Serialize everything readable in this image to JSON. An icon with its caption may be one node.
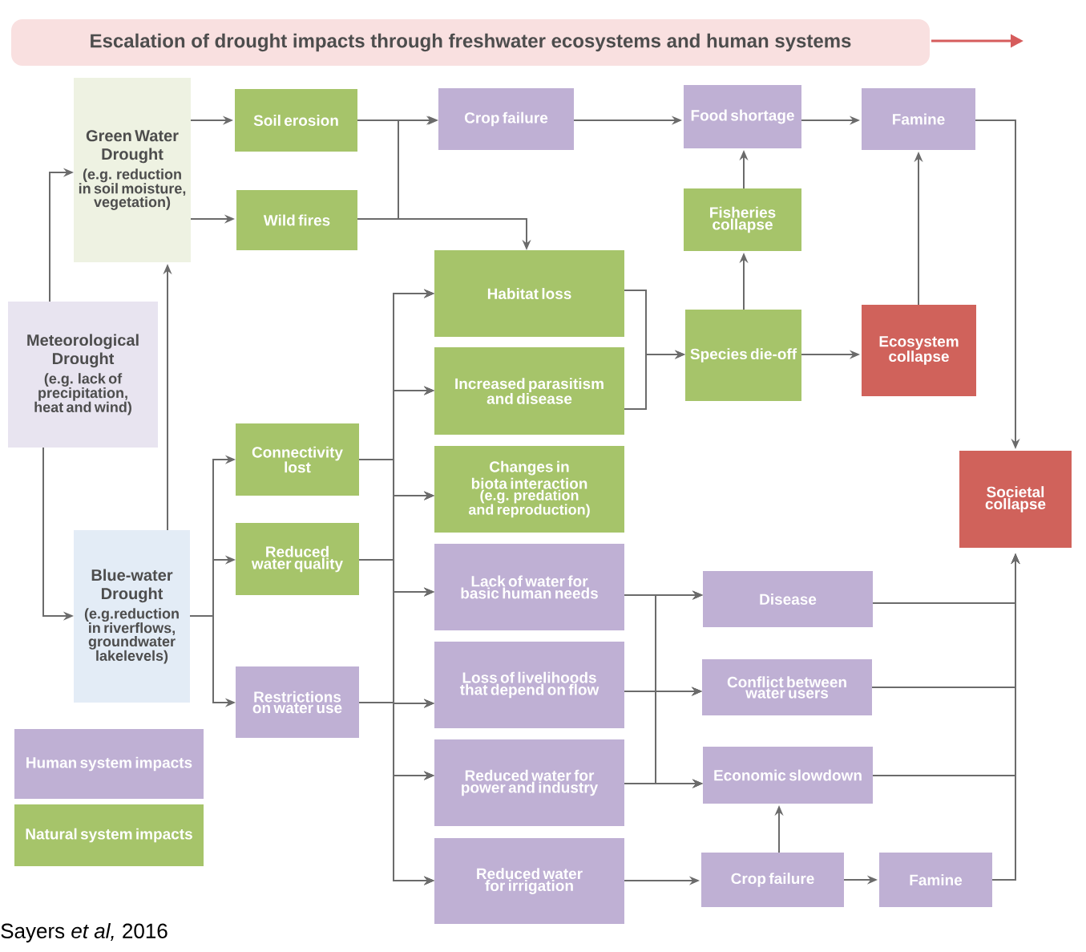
{
  "diagram": {
    "title": "Escalation of drought impacts through freshwater ecosystems and human systems",
    "caption": "Sayers *et al,* 2016",
    "nodes": [
      {
        "text": [
          "Green Water Drought",
          "(e.g. reduction in soil moisture, vegetation)"
        ]
      },
      {
        "text": [
          "Soil erosion"
        ]
      },
      {
        "text": [
          "Crop failure"
        ]
      },
      {
        "text": [
          "Food shortage"
        ]
      },
      {
        "text": [
          "Famine"
        ]
      },
      {
        "text": [
          "Wild fires"
        ]
      },
      {
        "text": [
          "Fisheries collapse"
        ]
      },
      {
        "text": [
          "Meteorological Drought",
          "(e.g. lack of precipitation, heat and wind)"
        ]
      },
      {
        "text": [
          "Habitat loss"
        ]
      },
      {
        "text": [
          "Species die-off"
        ]
      },
      {
        "text": [
          "Ecosystem collapse"
        ]
      },
      {
        "text": [
          "Increased parasitism and disease"
        ]
      },
      {
        "text": [
          "Connectivity lost"
        ]
      },
      {
        "text": [
          "Changes in biota interaction",
          "(e.g. predation and reproduction)"
        ]
      },
      {
        "text": [
          "Societal collapse"
        ]
      },
      {
        "text": [
          "Reduced water quality"
        ]
      },
      {
        "text": [
          "Blue-water Drought",
          "(e.g.reduction in riverflows, groundwater lakelevels)"
        ]
      },
      {
        "text": [
          "Lack of water for basic human needs"
        ]
      },
      {
        "text": [
          "Disease"
        ]
      },
      {
        "text": [
          "Loss of livelihoods that depend on flow"
        ]
      },
      {
        "text": [
          "Restrictions on water use"
        ]
      },
      {
        "text": [
          "Conflict between water users"
        ]
      },
      {
        "text": [
          "Reduced water for power and industry"
        ]
      },
      {
        "text": [
          "Economic slowdown"
        ]
      },
      {
        "text": [
          "Reduced water for irrigation"
        ]
      },
      {
        "text": [
          "Crop failure"
        ]
      },
      {
        "text": [
          "Famine"
        ]
      }
    ],
    "edges": [
      {
        "from": 7,
        "to": 0,
        "arrow": "to"
      },
      {
        "from": 7,
        "to": 16,
        "arrow": "to"
      },
      {
        "from": 16,
        "to": 0,
        "arrow": "to"
      },
      {
        "from": 0,
        "to": 1,
        "arrow": "to"
      },
      {
        "from": 0,
        "to": 5,
        "arrow": "to"
      },
      {
        "from": 1,
        "to": 2,
        "arrow": "to"
      },
      {
        "from": 5,
        "to": 2,
        "arrow": "to"
      },
      {
        "from": 5,
        "to": 8,
        "arrow": "to"
      },
      {
        "from": 2,
        "to": 3,
        "arrow": "to"
      },
      {
        "from": 3,
        "to": 4,
        "arrow": "to"
      },
      {
        "from": 4,
        "to": 14,
        "arrow": "to"
      },
      {
        "from": 6,
        "to": 3,
        "arrow": "to"
      },
      {
        "from": 9,
        "to": 6,
        "arrow": "to"
      },
      {
        "from": 9,
        "to": 10,
        "arrow": "to"
      },
      {
        "from": 10,
        "to": 4,
        "arrow": "to"
      },
      {
        "from": 8,
        "to": 9,
        "arrow": "to"
      },
      {
        "from": 11,
        "to": 9,
        "arrow": "to"
      },
      {
        "from": 16,
        "to": 12,
        "arrow": "to"
      },
      {
        "from": 16,
        "to": 15,
        "arrow": "to"
      },
      {
        "from": 16,
        "to": 20,
        "arrow": "to"
      },
      {
        "from": 12,
        "to": 8,
        "arrow": "to"
      },
      {
        "from": 12,
        "to": 11,
        "arrow": "to"
      },
      {
        "from": 12,
        "to": 13,
        "arrow": "to"
      },
      {
        "from": 12,
        "to": 17,
        "arrow": "to"
      },
      {
        "from": 12,
        "to": 19,
        "arrow": "to"
      },
      {
        "from": 12,
        "to": 22,
        "arrow": "to"
      },
      {
        "from": 12,
        "to": 24,
        "arrow": "to"
      },
      {
        "from": 15,
        "to": 8,
        "arrow": "to"
      },
      {
        "from": 15,
        "to": 11,
        "arrow": "to"
      },
      {
        "from": 15,
        "to": 13,
        "arrow": "to"
      },
      {
        "from": 15,
        "to": 17,
        "arrow": "to"
      },
      {
        "from": 15,
        "to": 19,
        "arrow": "to"
      },
      {
        "from": 15,
        "to": 22,
        "arrow": "to"
      },
      {
        "from": 15,
        "to": 24,
        "arrow": "to"
      },
      {
        "from": 20,
        "to": 8,
        "arrow": "to"
      },
      {
        "from": 20,
        "to": 11,
        "arrow": "to"
      },
      {
        "from": 20,
        "to": 13,
        "arrow": "to"
      },
      {
        "from": 20,
        "to": 17,
        "arrow": "to"
      },
      {
        "from": 20,
        "to": 19,
        "arrow": "to"
      },
      {
        "from": 20,
        "to": 22,
        "arrow": "to"
      },
      {
        "from": 20,
        "to": 24,
        "arrow": "to"
      },
      {
        "from": 17,
        "to": 18,
        "arrow": "to"
      },
      {
        "from": 17,
        "to": 21,
        "arrow": "to"
      },
      {
        "from": 17,
        "to": 23,
        "arrow": "to"
      },
      {
        "from": 19,
        "to": 18,
        "arrow": "to"
      },
      {
        "from": 19,
        "to": 21,
        "arrow": "to"
      },
      {
        "from": 19,
        "to": 23,
        "arrow": "to"
      },
      {
        "from": 22,
        "to": 18,
        "arrow": "to"
      },
      {
        "from": 22,
        "to": 21,
        "arrow": "to"
      },
      {
        "from": 22,
        "to": 23,
        "arrow": "to"
      },
      {
        "from": 24,
        "to": 25,
        "arrow": "to"
      },
      {
        "from": 25,
        "to": 23,
        "arrow": "to"
      },
      {
        "from": 25,
        "to": 26,
        "arrow": "to"
      },
      {
        "from": 26,
        "to": 14,
        "arrow": "to"
      },
      {
        "from": 18,
        "to": 14,
        "arrow": "to"
      },
      {
        "from": 21,
        "to": 14,
        "arrow": "to"
      },
      {
        "from": 23,
        "to": 14,
        "arrow": "to"
      }
    ],
    "legend": [
      {
        "text": "Human system impacts",
        "color": "#bfb0d4"
      },
      {
        "text": "Natural system impacts",
        "color": "#a6c46a"
      }
    ]
  }
}
